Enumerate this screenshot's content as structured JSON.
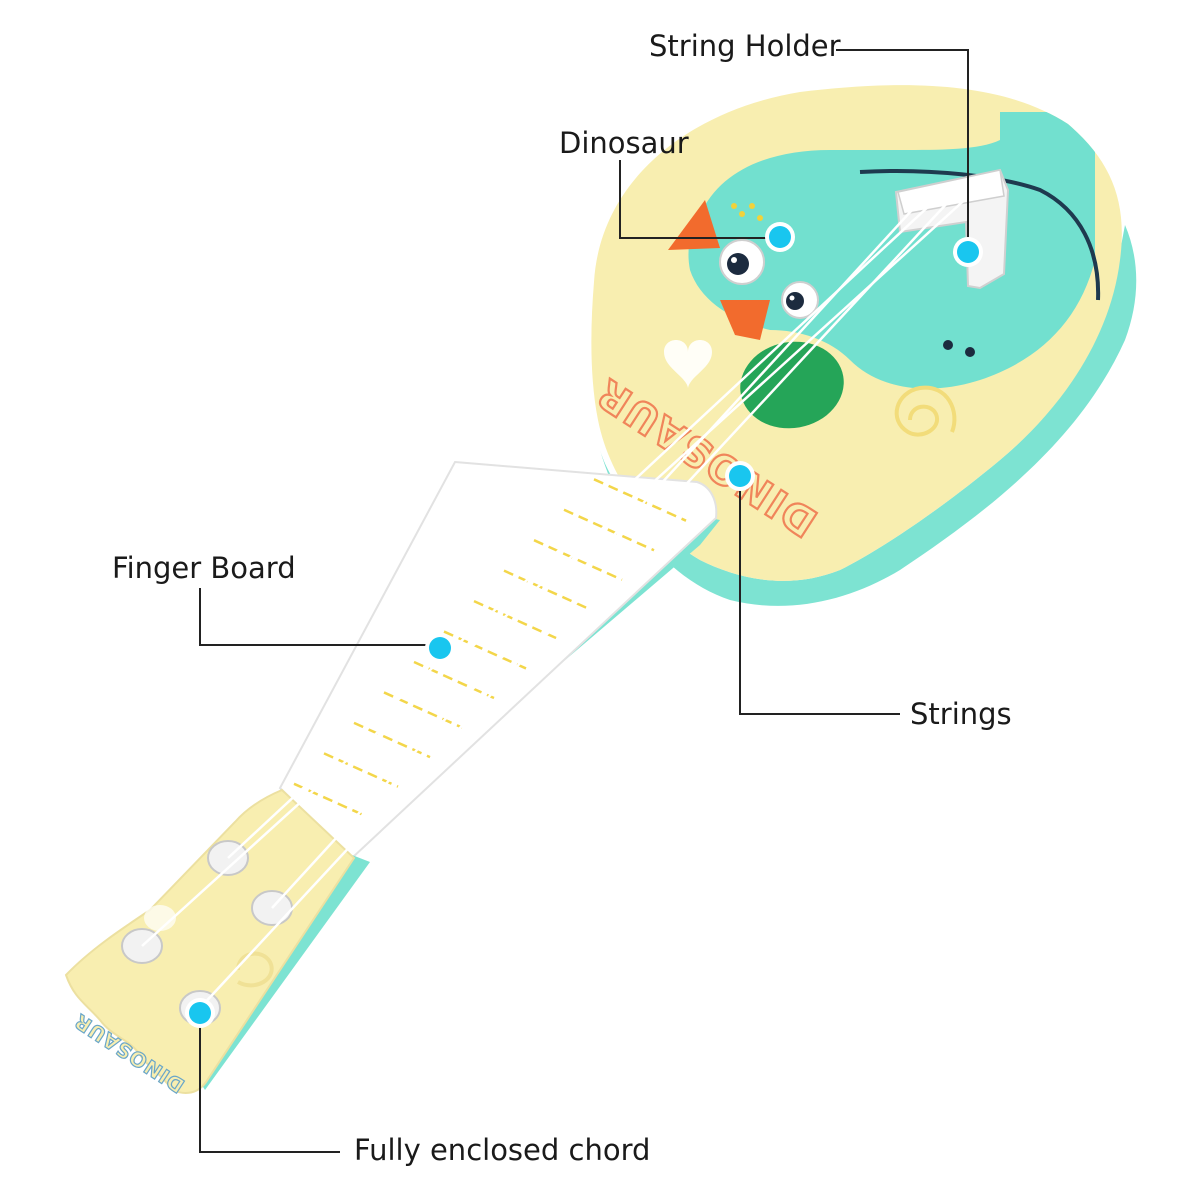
{
  "callouts": {
    "string_holder": "String Holder",
    "dinosaur": "Dinosaur",
    "finger_board": "Finger Board",
    "strings": "Strings",
    "fully_enclosed_chord": "Fully enclosed chord"
  },
  "product": {
    "body_text": "DINOSAUR",
    "headstock_text": "DINOSAUR"
  },
  "colors": {
    "marker": "#19c6ef",
    "body_yellow": "#f8eeb0",
    "body_teal": "#72e0cf",
    "dino_orange": "#f26b2d",
    "sound_hole_green": "#25a558",
    "line": "#222222"
  }
}
